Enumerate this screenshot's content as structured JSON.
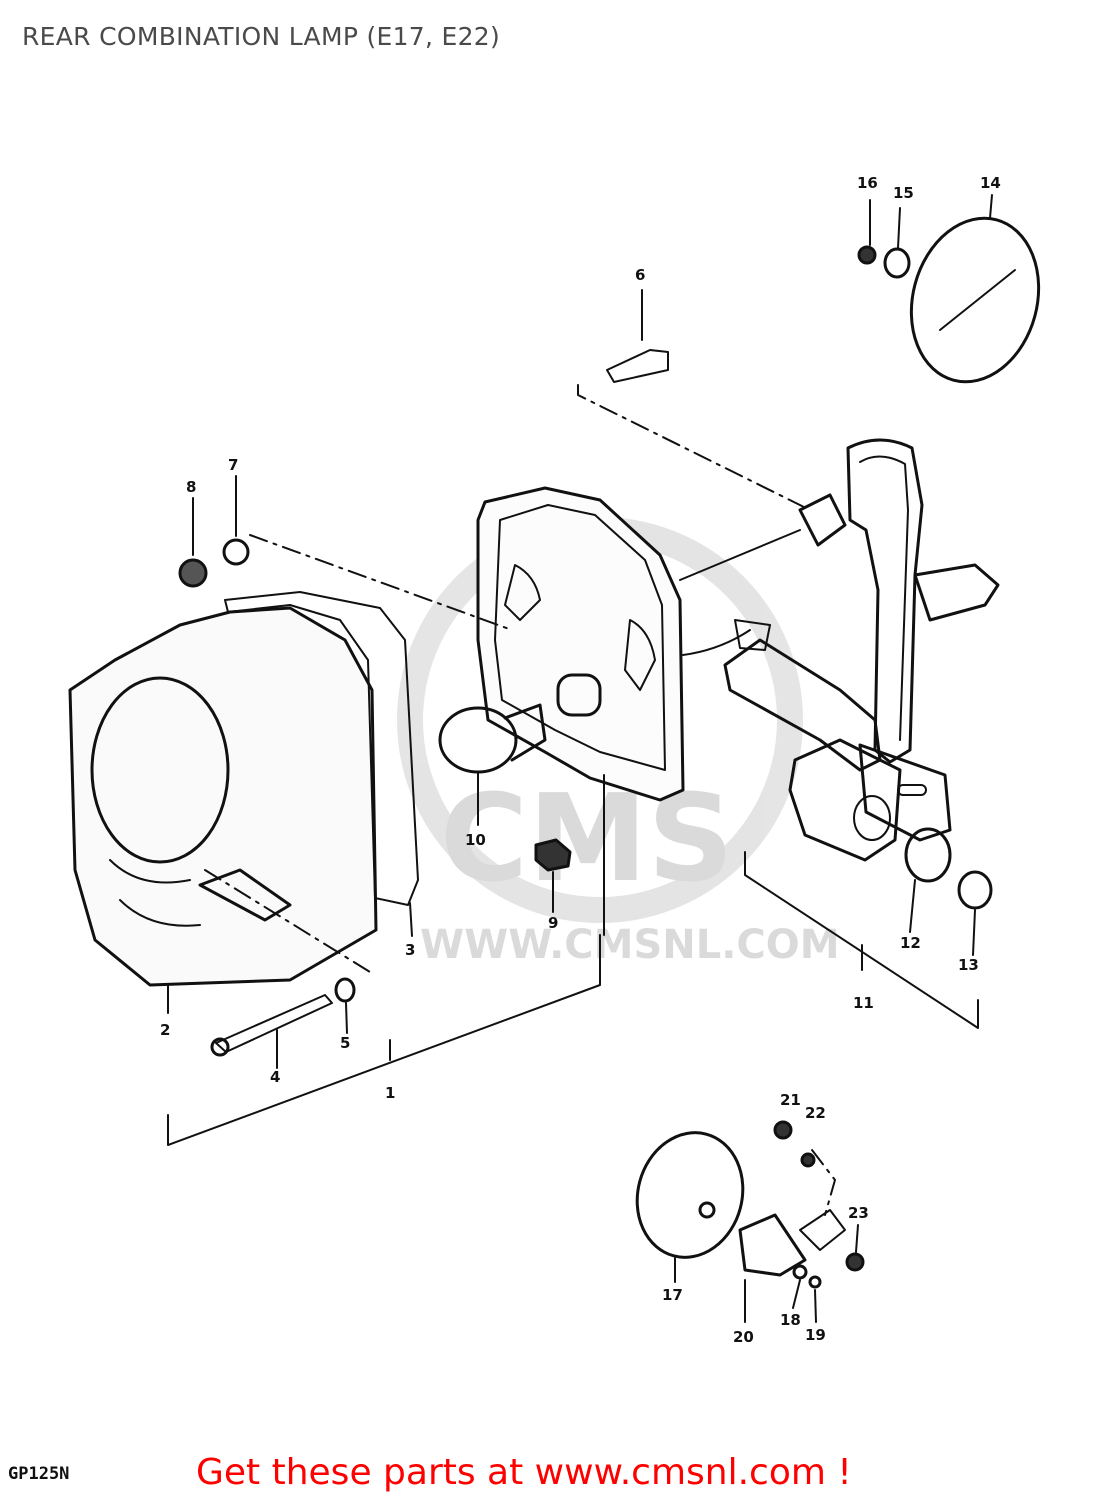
{
  "header": {
    "title": "REAR COMBINATION LAMP (E17, E22)"
  },
  "footer": {
    "model_code": "GP125N",
    "cta_text": "Get these parts at www.cmsnl.com !",
    "cta_color": "#ff0000"
  },
  "watermark": {
    "brand": "CMS",
    "url": "WWW.CMSNL.COM"
  },
  "callouts": [
    "1",
    "2",
    "3",
    "4",
    "5",
    "6",
    "7",
    "8",
    "9",
    "10",
    "11",
    "12",
    "13",
    "14",
    "15",
    "16",
    "17",
    "18",
    "19",
    "20",
    "21",
    "22",
    "23"
  ]
}
